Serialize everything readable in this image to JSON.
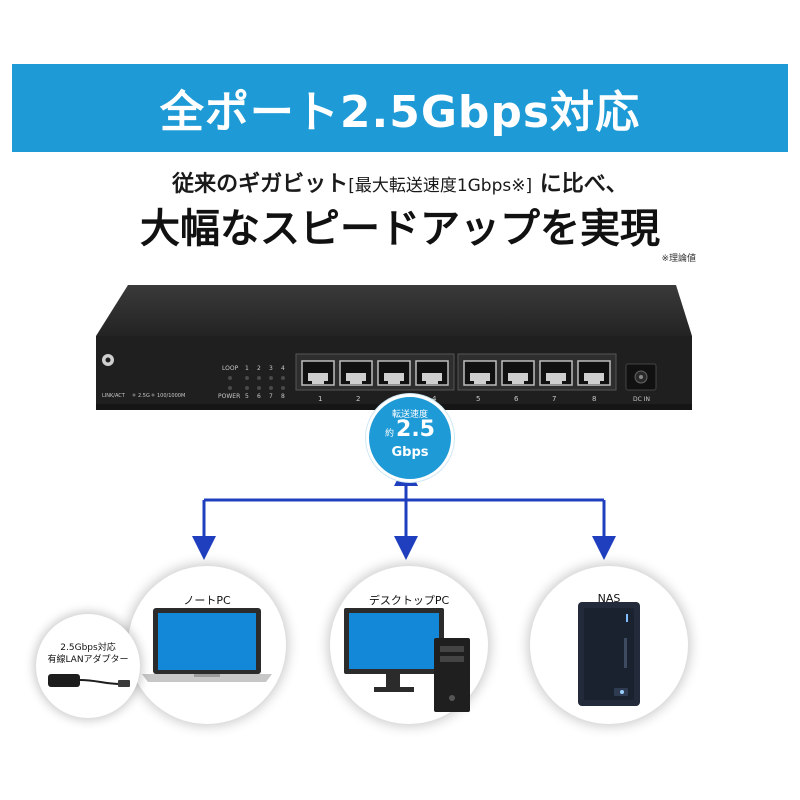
{
  "banner": {
    "title": "全ポート2.5Gbps対応"
  },
  "headline": {
    "prefix": "従来のギガビット",
    "spec": "[最大転送速度1Gbps※]",
    "suffix": "に比べ、",
    "main": "大幅なスピードアップを実現",
    "footnote": "※理論値"
  },
  "switch": {
    "loop_label": "LOOP",
    "power_label": "POWER",
    "led_top_numbers": [
      "1",
      "2",
      "3",
      "4"
    ],
    "led_bottom_numbers": [
      "5",
      "6",
      "7",
      "8"
    ],
    "legend_link": "LINK/ACT",
    "legend_25g": "2.5G",
    "legend_100": "100/1000M",
    "port_numbers": [
      "1",
      "2",
      "3",
      "4",
      "5",
      "6",
      "7",
      "8"
    ],
    "dc_in": "DC IN"
  },
  "speed_badge": {
    "label": "転送速度",
    "approx": "約",
    "value": "2.5",
    "unit": "Gbps"
  },
  "devices": {
    "laptop": "ノートPC",
    "desktop": "デスクトップPC",
    "nas": "NAS"
  },
  "adapter": {
    "line1": "2.5Gbps対応",
    "line2": "有線LANアダプター"
  },
  "colors": {
    "accent": "#1e9bd7",
    "arrow": "#1f3fbf",
    "switch_body": "#2a2a2a"
  }
}
